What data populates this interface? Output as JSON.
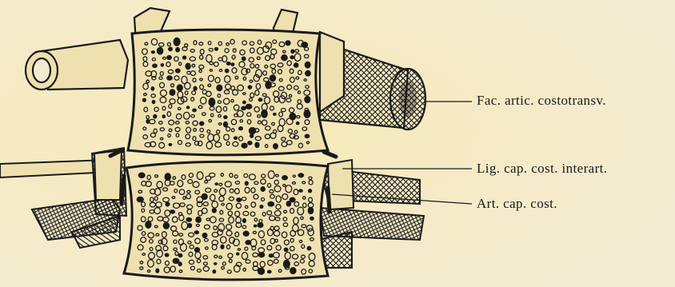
{
  "figure": {
    "labels": [
      "Fac. artic. costotransv.",
      "Lig. cap. cost. interart.",
      "Art. cap. cost."
    ]
  },
  "colors": {
    "paper": "#f4ecd2",
    "bone": "#efe0b0",
    "ink": "#1a1a1a"
  }
}
